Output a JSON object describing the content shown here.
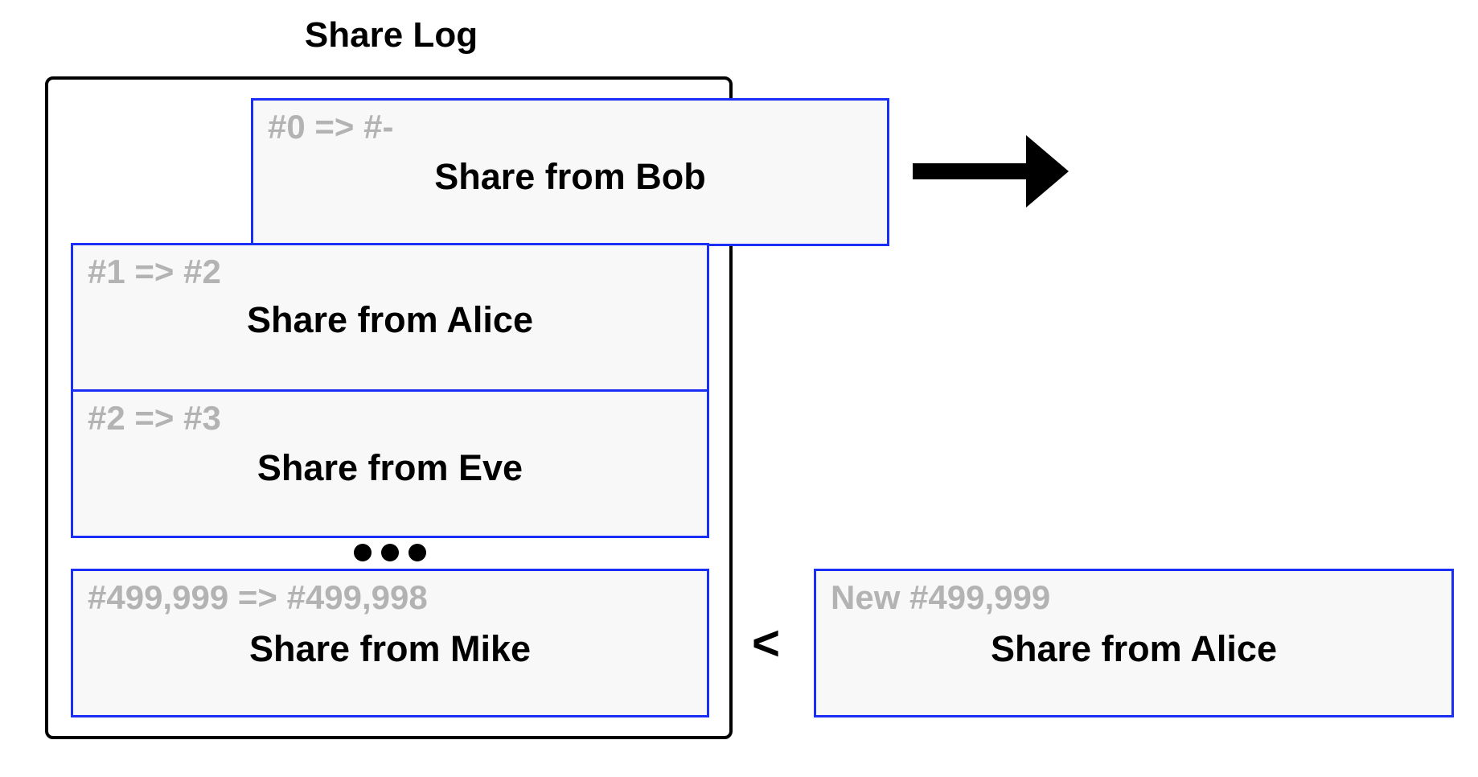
{
  "diagram": {
    "title": "Share Log",
    "log_entries": [
      {
        "index": "#0 => #-",
        "label": "Share from Bob"
      },
      {
        "index": "#1 => #2",
        "label": "Share from Alice"
      },
      {
        "index": "#2 => #3",
        "label": "Share from Eve"
      },
      {
        "index": "#499,999 => #499,998",
        "label": "Share from Mike"
      }
    ],
    "ellipsis": "•••",
    "comparison_operator": "<",
    "new_entry": {
      "index": "New #499,999",
      "label": "Share from Alice"
    },
    "colors": {
      "box_border": "#1a2ef5",
      "box_fill": "#f8f8f8",
      "index_text": "#b3b3b3",
      "label_text": "#000000",
      "frame_border": "#000000"
    },
    "icons": {
      "evict": "right-arrow-icon",
      "more": "ellipsis-icon"
    }
  }
}
